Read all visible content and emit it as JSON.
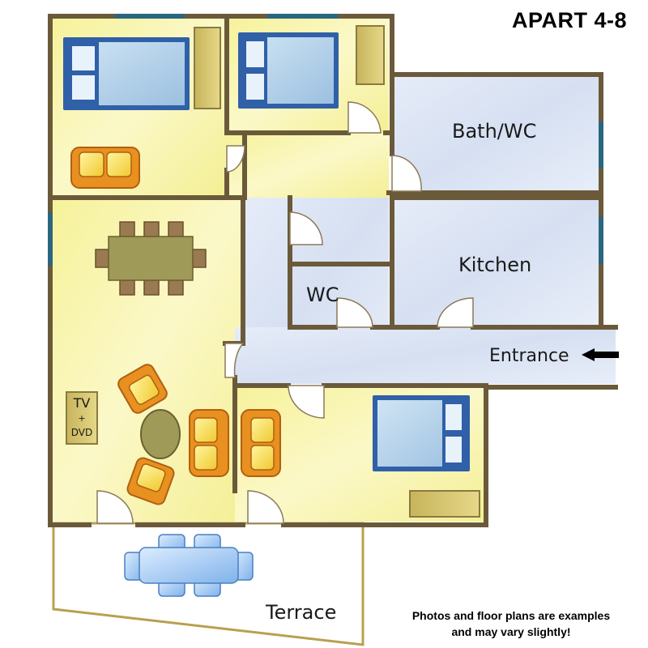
{
  "title": "APART 4-8",
  "disclaimer_line1": "Photos and floor plans are examples",
  "disclaimer_line2": "and may vary slightly!",
  "rooms": {
    "bath": "Bath/WC",
    "kitchen": "Kitchen",
    "wc": "WC",
    "entrance": "Entrance",
    "terrace": "Terrace"
  },
  "tv": {
    "line1": "TV",
    "line2": "+",
    "line3": "DVD"
  },
  "colors": {
    "wall": "#6b5a3a",
    "room_yellow": "#f7f3a0",
    "wet_room_blue": "#dde6f4",
    "bed_blue": "#3060a8",
    "sofa_orange": "#e89020",
    "table_olive": "#a09a58",
    "window_teal": "#2a6680"
  }
}
